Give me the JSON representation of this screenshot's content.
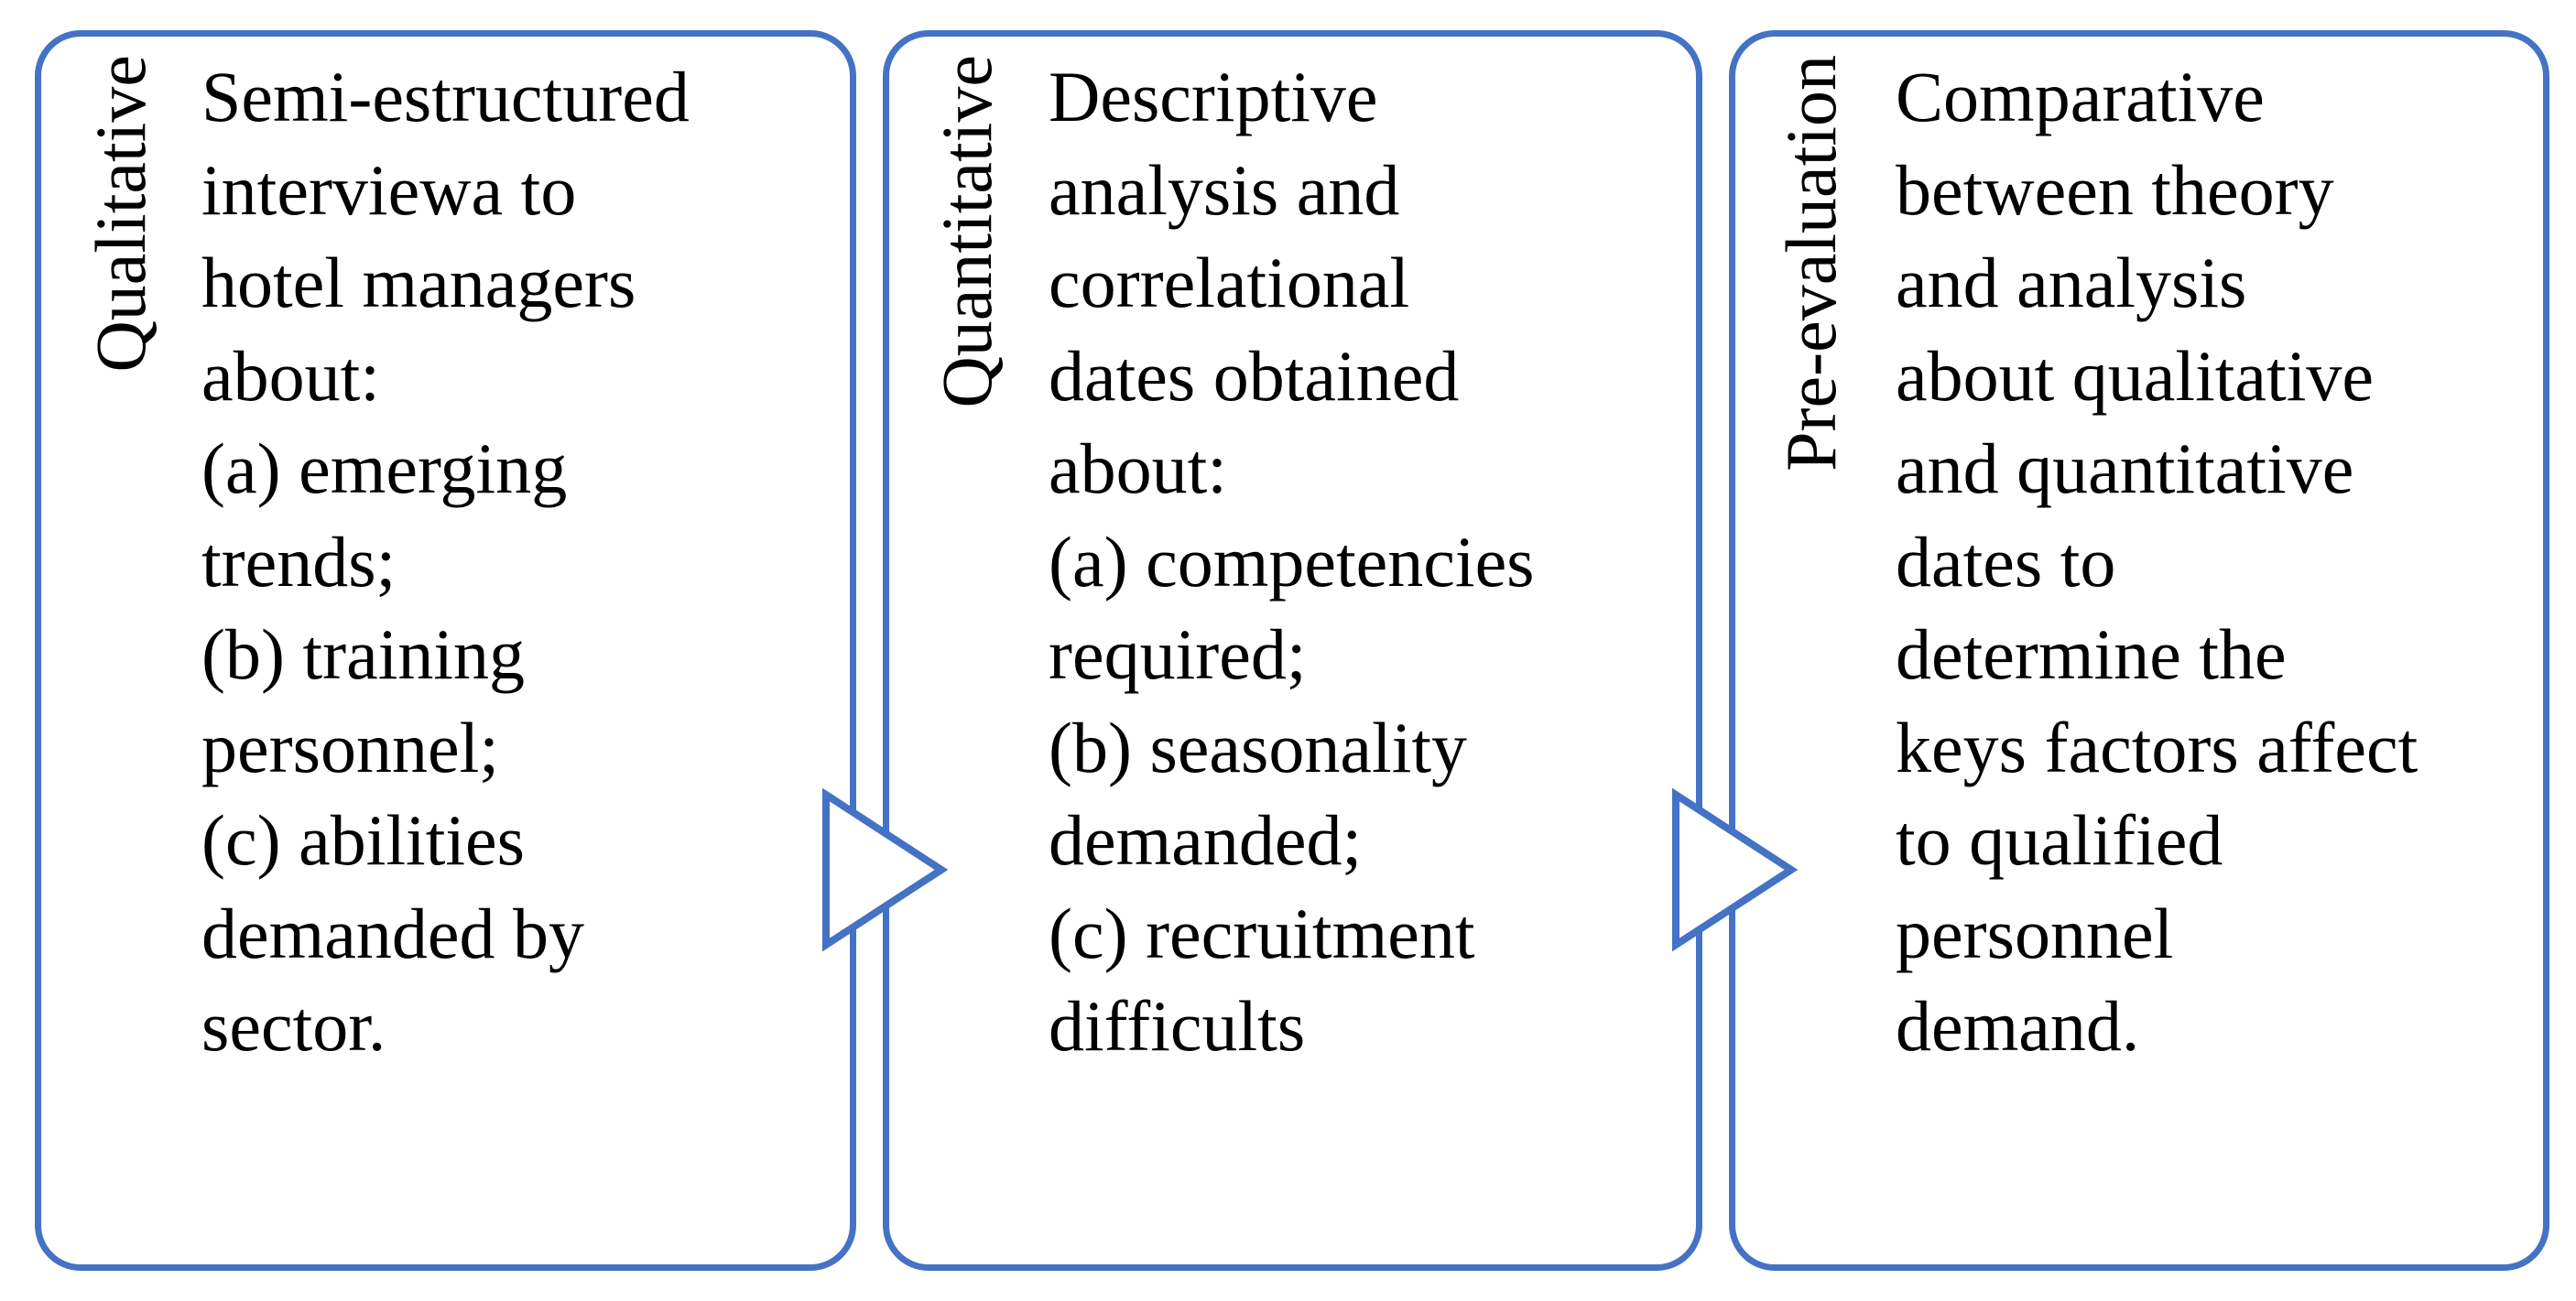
{
  "colors": {
    "border": "#4472C4",
    "text": "#000000",
    "background": "#FFFFFF"
  },
  "phases": [
    {
      "label": "Qualitative",
      "lines": [
        "Semi-estructured",
        "interviewa to",
        "hotel managers",
        "about:",
        "(a) emerging",
        "trends;",
        "(b) training",
        "personnel;",
        "(c) abilities",
        "demanded by",
        "sector."
      ]
    },
    {
      "label": "Quantitative",
      "lines": [
        "Descriptive",
        "analysis and",
        "correlational",
        "dates obtained",
        "about:",
        "(a) competencies",
        "required;",
        "(b) seasonality",
        "demanded;",
        "(c) recruitment",
        "difficults"
      ]
    },
    {
      "label": "Pre-evaluation",
      "lines": [
        "Comparative",
        "between theory",
        "and analysis",
        "about qualitative",
        "and quantitative",
        "dates to",
        "determine the",
        "keys factors affect",
        "to qualified",
        "personnel",
        "demand."
      ]
    }
  ],
  "connectors": [
    {
      "icon": "triangle-arrow-right-icon"
    },
    {
      "icon": "triangle-arrow-right-icon"
    }
  ]
}
